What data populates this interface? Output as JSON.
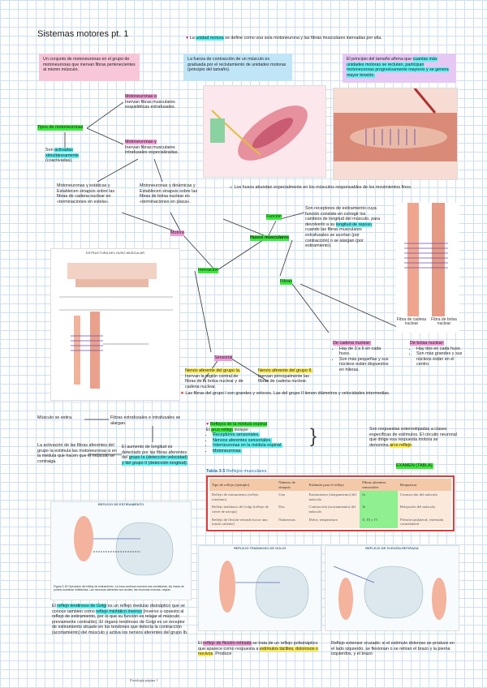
{
  "page": {
    "title": "Sistemas motores pt. 1",
    "footer": "Fisiología página 1"
  },
  "top_note": {
    "pre": "La ",
    "hl": "unidad motora",
    "post": " se define como una sola motoneurona y las fibras musculares inervadas por ella."
  },
  "box_pink": "Un conjunto de motoneuronas en el grupo de motoneuronas que inervan fibras pertenecientes al mismo músculo.",
  "box_blue": "La fuerza de contracción de un músculo es graduada por el reclutamiento de unidades motoras (principio del tamaño).",
  "box_purple": {
    "pre": "El principio del tamaño afirma que ",
    "hl": "cuantas más unidades motoras se recluten, participan motoneuronas progresivamente mayores y se genera mayor tensión."
  },
  "types": {
    "label": "Tipos de motoneuronas",
    "alpha": {
      "title": "Motoneuronas α",
      "text": "Inervan fibras musculares esqueléticas extrafusales."
    },
    "gamma": {
      "title": "Motoneuronas γ",
      "text": "Inervan fibras musculares intrafusales especializadas."
    },
    "coactive": {
      "pre": "Son ",
      "hl": "activadas simultáneamente",
      "post": " (coactivadas)."
    },
    "static": "Motoneuronas γ estáticas y Establecen sinapsis sobre las fibras de cadena nuclear en «terminaciones en estela».",
    "dynamic": "Motoneuronas γ dinámicas y Establecen sinapsis sobre las fibras de bolsa nuclear en «terminaciones en placa»."
  },
  "husos_note": "Los husos abundan especialmente en los músculos responsables de los movimientos finos.",
  "map": {
    "center": "Husos musculares",
    "funcion": "Función",
    "funcion_text": {
      "pre": "Son receptores de estiramiento cuya función consiste en corregir los cambios de longitud del músculo, para devolverlo a su ",
      "hl": "longitud de reposo",
      "post": ", cuando las fibras musculares extrafusales se acortan (por contracción) o se alargan (por estiramiento)."
    },
    "motora": "Motora",
    "inervacion": "Inervación",
    "sensorial": "Sensorial",
    "fibras": "Fibras",
    "ia": {
      "hl": "Nervio aferente del grupo Ia.",
      "text": "Inervan la región central de fibras de la bolsa nuclear y de cadena nuclear."
    },
    "ii": {
      "hl": "Nervio aferente del grupo II.",
      "text": "Inervan principalmente las fibras de cadena nuclear."
    },
    "cadena": {
      "title": "De cadena nuclear:",
      "items": [
        "Hay de 3 a 6 en cada huso.",
        "Son más pequeñas y sus núcleos están dispuestos en hileras."
      ]
    },
    "bolsa": {
      "title": "De bolsa nuclear:",
      "items": [
        "Hay dos en cada huso.",
        "Son más grandes y sus núcleos están en el centro."
      ]
    }
  },
  "star_note": "Las fibras del grupo I son grandes y veloces. Las del grupo II tienen diámetros y velocidades intermedias.",
  "flow": {
    "a": "Músculo se estira.",
    "b": "Fibras extrafusales e intrafusales se alargan.",
    "c": {
      "pre": "El aumento de longitud es detectado por las fibras aferentes del ",
      "hl": "grupo Ia (detección velocidad) y del grupo II (detección longitud)."
    },
    "d": "La activación de las fibras aferentes del grupo Ia estimula las motoneuronas α en la médula que hacen que el músculo se contraiga."
  },
  "reflejos": {
    "title": "Reflejos de la médula espinal",
    "items": [
      {
        "pre": "El ",
        "hl": "arco reflejo",
        "post": " incluye:"
      },
      {
        "hl": "Receptores sensoriales."
      },
      {
        "hl": "Nervios aferentes sensoriales."
      },
      {
        "hl": "Interneuronas en la médula espinal."
      },
      {
        "hl": "Motoneuronas."
      }
    ],
    "side": {
      "pre": "Son respuestas estereotipadas a clases específicas de estímulos. El circuito neuronal que dirige esa respuesta motora se denomina ",
      "hl": "arco reflejo",
      "post": "."
    },
    "examen": "EXAMEN (TABLA)."
  },
  "table": {
    "caption_bold": "Tabla 3-5",
    "caption": "Reflejos musculares",
    "headers": [
      "Tipo de reflejo (ejemplo)",
      "Número de sinapsis",
      "Estímulo para el reflejo",
      "Fibras aferentes sensoriales",
      "Respuestas"
    ],
    "rows": [
      [
        "Reflejo de estiramiento (reflejo rotuliano)",
        "Uno",
        "Estiramiento (alargamiento) del músculo",
        "Ia",
        "Contracción del músculo"
      ],
      [
        "Reflejo tendinoso de Golgi (reflejo de cierre de navaja)",
        "Dos",
        "Contracción (acortamiento) del músculo",
        "Ib",
        "Relajación del músculo"
      ],
      [
        "Reflejo de flexión-retirada (tocar una estufa caliente)",
        "Numerosas",
        "Dolor; temperatura",
        "II, III y IV",
        "Flexión ipsilateral; extensión contralateral"
      ]
    ]
  },
  "figs": {
    "huso_title": "ESTRUCTURA DEL HUSO MUSCULAR",
    "estiramiento_title": "REFLEJO DE ESTIRAMIENTO",
    "golgi_title": "REFLEJO TENDINOSO DE GOLGI",
    "flexion_title": "REFLEJO DE FLEXIÓN-RETIRADA",
    "fibra_cadena": "Fibra de cadena nuclear",
    "fibra_bolsa": "Fibra de bolsa nuclear",
    "fig_caption": "Figura 3-30  Operación del reflejo de estiramiento. La línea continua muestra vías excitatorias; las líneas de puntos muestran inhibitorias. Las neuronas aferentes son azules; las neuronas motoras, negras."
  },
  "golgi_text": {
    "pre": "El ",
    "hl1": "reflejo tendinoso de Golgi",
    "mid1": " es un reflejo medular disináptico que se conoce también como ",
    "hl2": "reflejo miotático inverso",
    "mid2": " (inverso u opuesto al reflejo de estiramiento, por lo que su función es relajar el músculo previamente contraído). El órgano tendinoso de Golgi es un receptor de estiramiento situado en los tendones que detecta la contracción (acortamiento) del músculo y activa los nervios aferentes del grupo Ib."
  },
  "flexion_text": {
    "pre": "El ",
    "hl1": "reflejo de flexión-retirada",
    "mid": " se trata de un reflejo polisináptico que aparece como respuesta a ",
    "hl2": "estímulos táctiles, dolorosos o nocivos",
    "post": ". Produce"
  },
  "ext_text": "Reflejo extensor cruzado: si el estímulo doloroso se produce en el lado izquierdo, se flexionan o se retiran el brazo y la pierna izquierdos, y el brazo",
  "icons": {
    "heart": "heart-icon",
    "star": "star-icon",
    "sun": "sun-icon",
    "brace": "brace-icon"
  },
  "colors": {
    "green": "#3bea3b",
    "cyan": "#5ff2f2",
    "pink": "#f19bd7",
    "yellow": "#ffee55",
    "red_frame": "#e53935"
  }
}
